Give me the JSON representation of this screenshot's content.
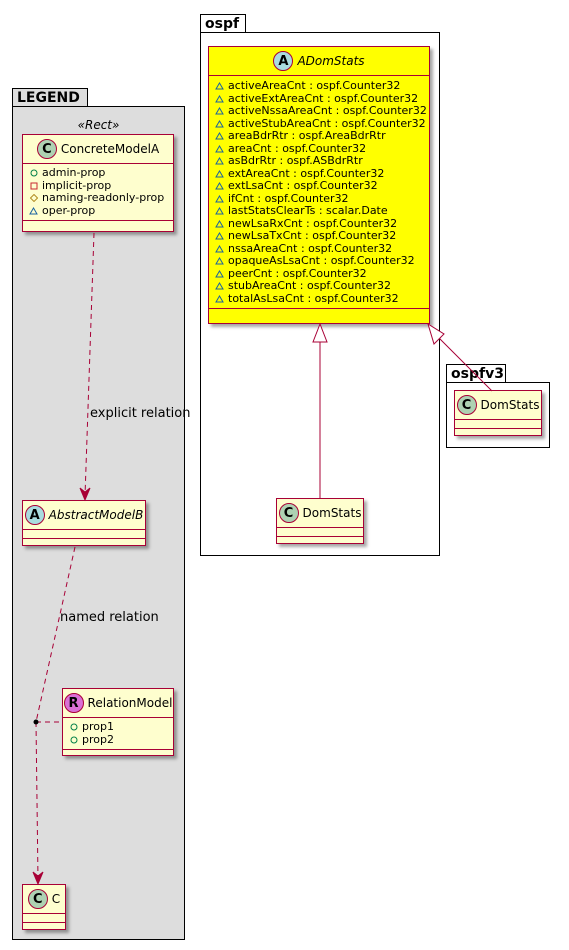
{
  "legend": {
    "title": "LEGEND",
    "stereotype": "«Rect»",
    "concrete": {
      "name": "ConcreteModelA",
      "glyph": "C",
      "fields": [
        {
          "vis": "public",
          "text": "admin-prop"
        },
        {
          "vis": "private",
          "text": "implicit-prop"
        },
        {
          "vis": "protected",
          "text": "naming-readonly-prop"
        },
        {
          "vis": "package",
          "text": "oper-prop"
        }
      ]
    },
    "abstract": {
      "name": "AbstractModelB",
      "glyph": "A"
    },
    "relation": {
      "name": "RelationModel",
      "glyph": "R",
      "fields": [
        {
          "vis": "public",
          "text": "prop1"
        },
        {
          "vis": "public",
          "text": "prop2"
        }
      ]
    },
    "c": {
      "name": "C",
      "glyph": "C"
    },
    "labels": {
      "explicit": "explicit relation",
      "named": "named relation"
    }
  },
  "ospf": {
    "title": "ospf",
    "adomstats": {
      "name": "ADomStats",
      "glyph": "A",
      "fields": [
        "activeAreaCnt : ospf.Counter32",
        "activeExtAreaCnt : ospf.Counter32",
        "activeNssaAreaCnt : ospf.Counter32",
        "activeStubAreaCnt : ospf.Counter32",
        "areaBdrRtr : ospf.AreaBdrRtr",
        "areaCnt : ospf.Counter32",
        "asBdrRtr : ospf.ASBdrRtr",
        "extAreaCnt : ospf.Counter32",
        "extLsaCnt : ospf.Counter32",
        "ifCnt : ospf.Counter32",
        "lastStatsClearTs : scalar.Date",
        "newLsaRxCnt : ospf.Counter32",
        "newLsaTxCnt : ospf.Counter32",
        "nssaAreaCnt : ospf.Counter32",
        "opaqueAsLsaCnt : ospf.Counter32",
        "peerCnt : ospf.Counter32",
        "stubAreaCnt : ospf.Counter32",
        "totalAsLsaCnt : ospf.Counter32"
      ]
    },
    "domstats": {
      "name": "DomStats",
      "glyph": "C"
    }
  },
  "ospfv3": {
    "title": "ospfv3",
    "domstats": {
      "name": "DomStats",
      "glyph": "C"
    }
  },
  "colors": {
    "class_fill": "#FEFECE",
    "class_border": "#A80036",
    "highlight_fill": "#FFFF00",
    "legend_bg": "#DDDDDD",
    "circle_c": "#ADD1B2",
    "circle_a": "#A9DCDF",
    "circle_r": "#DA70D6"
  }
}
